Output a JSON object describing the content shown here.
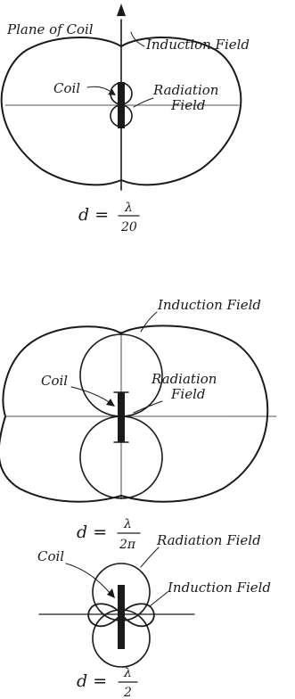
{
  "panels": [
    {
      "plane_label": "Plane of Coil",
      "induction_label": "Induction Field",
      "coil_label": "Coil",
      "radiation_label_line1": "Radiation",
      "radiation_label_line2": "Field",
      "equation": {
        "lhs": "d =",
        "numerator": "λ",
        "denominator": "20"
      }
    },
    {
      "induction_label": "Induction Field",
      "coil_label": "Coil",
      "radiation_label_line1": "Radiation",
      "radiation_label_line2": "Field",
      "equation": {
        "lhs": "d =",
        "numerator": "λ",
        "denominator": "2π"
      }
    },
    {
      "radiation_label": "Radiation Field",
      "coil_label": "Coil",
      "induction_label": "Induction Field",
      "equation": {
        "lhs": "d =",
        "numerator": "λ",
        "denominator": "2"
      }
    }
  ]
}
